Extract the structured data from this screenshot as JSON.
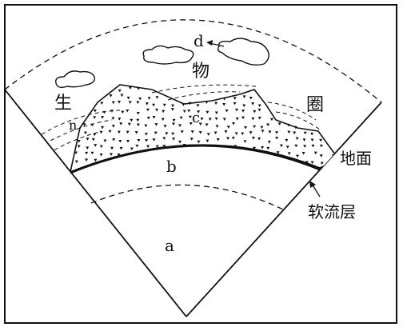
{
  "diagram": {
    "labels": {
      "a": "a",
      "b": "b",
      "c": "c",
      "d": "d",
      "n": "n"
    },
    "biosphere_chars": [
      "生",
      "物",
      "圈"
    ],
    "ground_label": "地面",
    "asthenosphere_label": "软流层"
  },
  "colors": {
    "ink": "#111111",
    "background": "#ffffff"
  }
}
